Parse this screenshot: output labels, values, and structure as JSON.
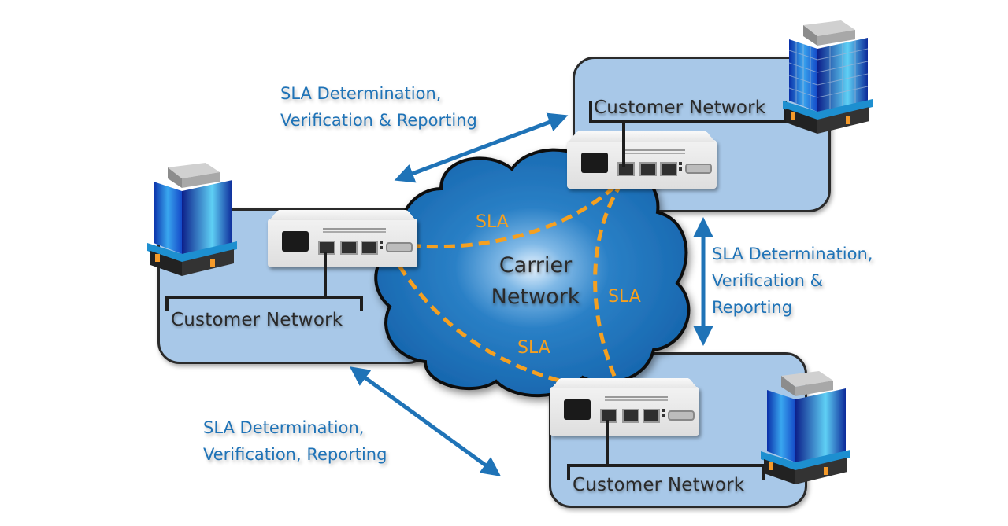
{
  "diagram": {
    "cloud": {
      "label_line1": "Carrier",
      "label_line2": "Network",
      "color": "#1d6fb8"
    },
    "sla_links": [
      {
        "label": "SLA",
        "from": "left-site",
        "to": "top-right-site"
      },
      {
        "label": "SLA",
        "from": "top-right-site",
        "to": "bottom-right-site"
      },
      {
        "label": "SLA",
        "from": "left-site",
        "to": "bottom-right-site"
      }
    ],
    "sites": [
      {
        "id": "top-right-site",
        "label": "Customer Network"
      },
      {
        "id": "left-site",
        "label": "Customer Network"
      },
      {
        "id": "bottom-right-site",
        "label": "Customer Network"
      }
    ],
    "annotations": [
      {
        "id": "top-left-note",
        "line1": "SLA Determination,",
        "line2": "Verification & Reporting",
        "line3": ""
      },
      {
        "id": "right-note",
        "line1": "SLA Determination,",
        "line2": "Verification &",
        "line3": "Reporting"
      },
      {
        "id": "bottom-left-note",
        "line1": "SLA Determination,",
        "line2": "Verification, Reporting",
        "line3": ""
      }
    ],
    "colors": {
      "panel_fill": "#a8c8e8",
      "sla_dash": "#f5a020",
      "arrow": "#1f73b7",
      "annotation_text": "#1f73b7"
    }
  }
}
